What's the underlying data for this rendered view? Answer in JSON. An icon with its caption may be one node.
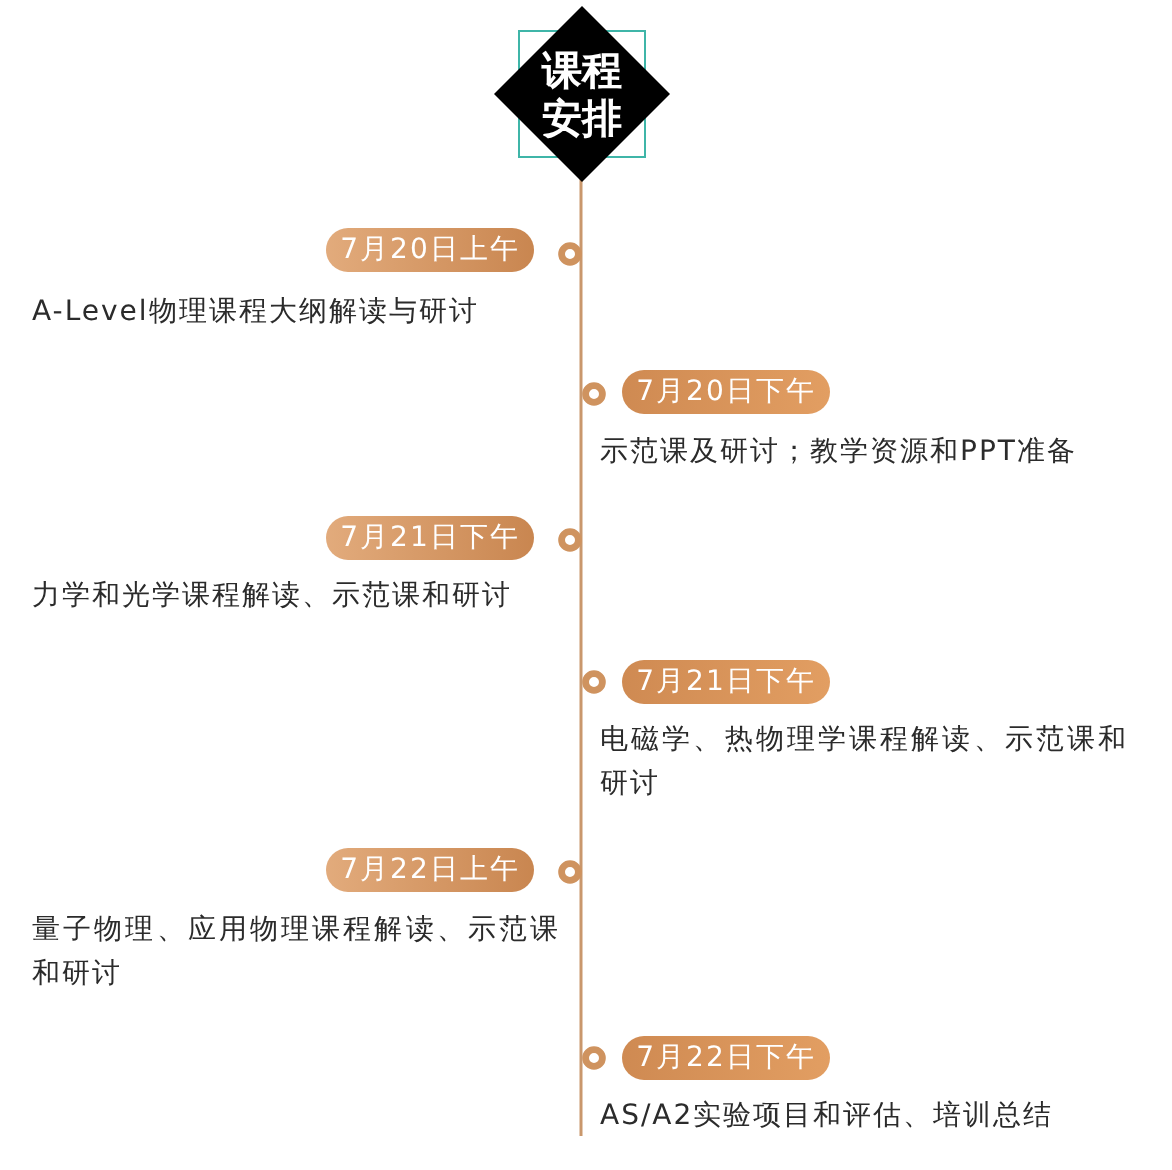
{
  "diagram": {
    "nodes": [
      {
        "text": [
          "课程安排"
        ]
      },
      {
        "text": [
          "7月20日上午"
        ],
        "beside": [
          "A-Level物理课程大纲解读与研讨"
        ]
      },
      {
        "text": [
          "7月20日下午"
        ],
        "beside": [
          "示范课及研讨；教学资源和PPT准备"
        ]
      },
      {
        "text": [
          "7月21日下午"
        ],
        "beside": [
          "力学和光学课程解读、示范课和研讨"
        ]
      },
      {
        "text": [
          "7月21日下午"
        ],
        "beside": [
          "电磁学、热物理学课程解读、示范课和研讨"
        ]
      },
      {
        "text": [
          "7月22日上午"
        ],
        "beside": [
          "量子物理、应用物理课程解读、示范课和研讨"
        ]
      },
      {
        "text": [
          "7月22日下午"
        ],
        "beside": [
          "AS/A2实验项目和评估、培训总结"
        ]
      }
    ]
  }
}
